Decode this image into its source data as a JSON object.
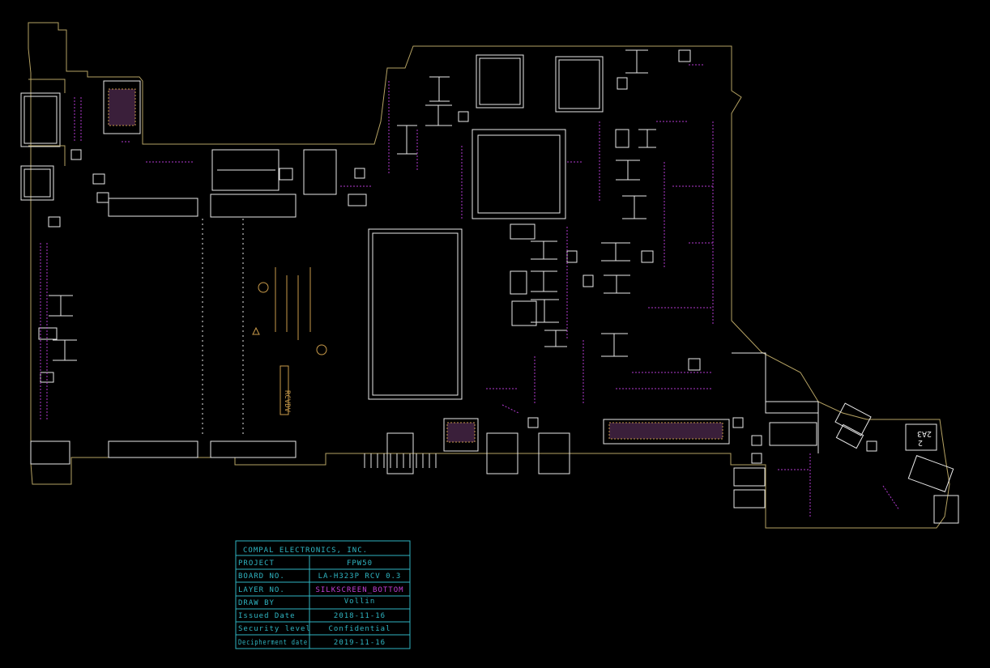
{
  "colors": {
    "background": "#000000",
    "outline": "#b5a263",
    "pads": "#e8e8e8",
    "components": "#c89a4a",
    "refdes": "#b23ad0",
    "title_block": "#2fb5c2",
    "title_value_accent": "#c23fd6"
  },
  "silkscreen": {
    "rev_mirrored": "RCVDV",
    "ref_top": "2A3",
    "ref_bottom": "2"
  },
  "title_block": {
    "company": "COMPAL ELECTRONICS, INC.",
    "rows": [
      {
        "label": "PROJECT",
        "value": "FPW50"
      },
      {
        "label": "BOARD NO.",
        "value": "LA-H323P  RCV 0.3"
      },
      {
        "label": "LAYER NO.",
        "value": "SILKSCREEN_BOTTOM"
      },
      {
        "label": "DRAW BY",
        "value": "Vollin"
      },
      {
        "label": "Issued Date",
        "value": "2018-11-16"
      },
      {
        "label": "Security level",
        "value": "Confidential"
      },
      {
        "label": "Decipherment date",
        "value": "2019-11-16"
      }
    ]
  }
}
